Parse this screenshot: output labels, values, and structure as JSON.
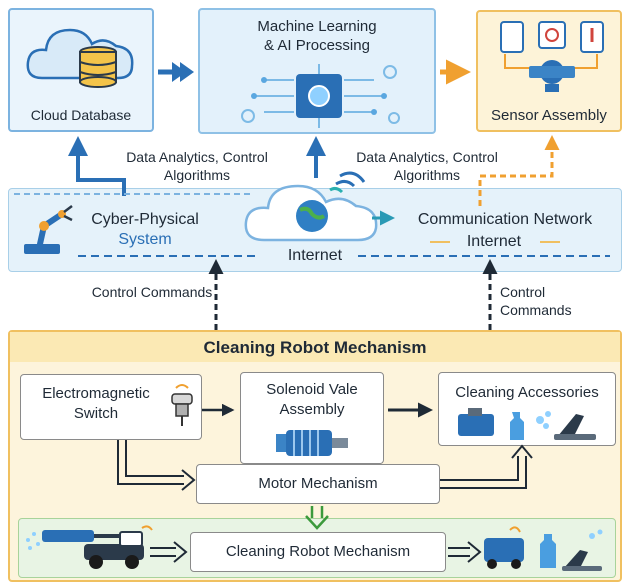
{
  "nodes": {
    "cloud_database": "Cloud Database",
    "ml_ai_line1": "Machine Learning",
    "ml_ai_line2": "& AI Processing",
    "sensor_assembly": "Sensor Assembly",
    "cyber_physical_line1": "Cyber-Physical",
    "cyber_physical_line2": "System",
    "internet_cloud": "Internet",
    "communication_network": "Communication Network",
    "comm_internet": "Internet",
    "section_title": "Cleaning Robot Mechanism",
    "electromagnetic_line1": "Electromagnetic",
    "electromagnetic_line2": "Switch",
    "solenoid_line1": "Solenoid Vale",
    "solenoid_line2": "Assembly",
    "cleaning_accessories": "Cleaning Accessories",
    "motor_mechanism": "Motor Mechanism",
    "cleaning_robot_bottom": "Cleaning Robot Mechanism"
  },
  "edge_labels": {
    "analytics_left_line1": "Data Analytics, Control",
    "analytics_left_line2": "Algorithms",
    "analytics_right_line1": "Data Analytics, Control",
    "analytics_right_line2": "Algorithms",
    "control_commands_left": "Control Commands",
    "control_commands_right_line1": "Control",
    "control_commands_right_line2": "Commands"
  },
  "colors": {
    "accent_blue": "#2a6fb5",
    "accent_orange": "#f0a030",
    "panel_blue": "#e3f1fb",
    "panel_yellow": "#fdf4dc",
    "panel_green": "#e8f4e4",
    "arrow_green": "#3c9a3c"
  }
}
